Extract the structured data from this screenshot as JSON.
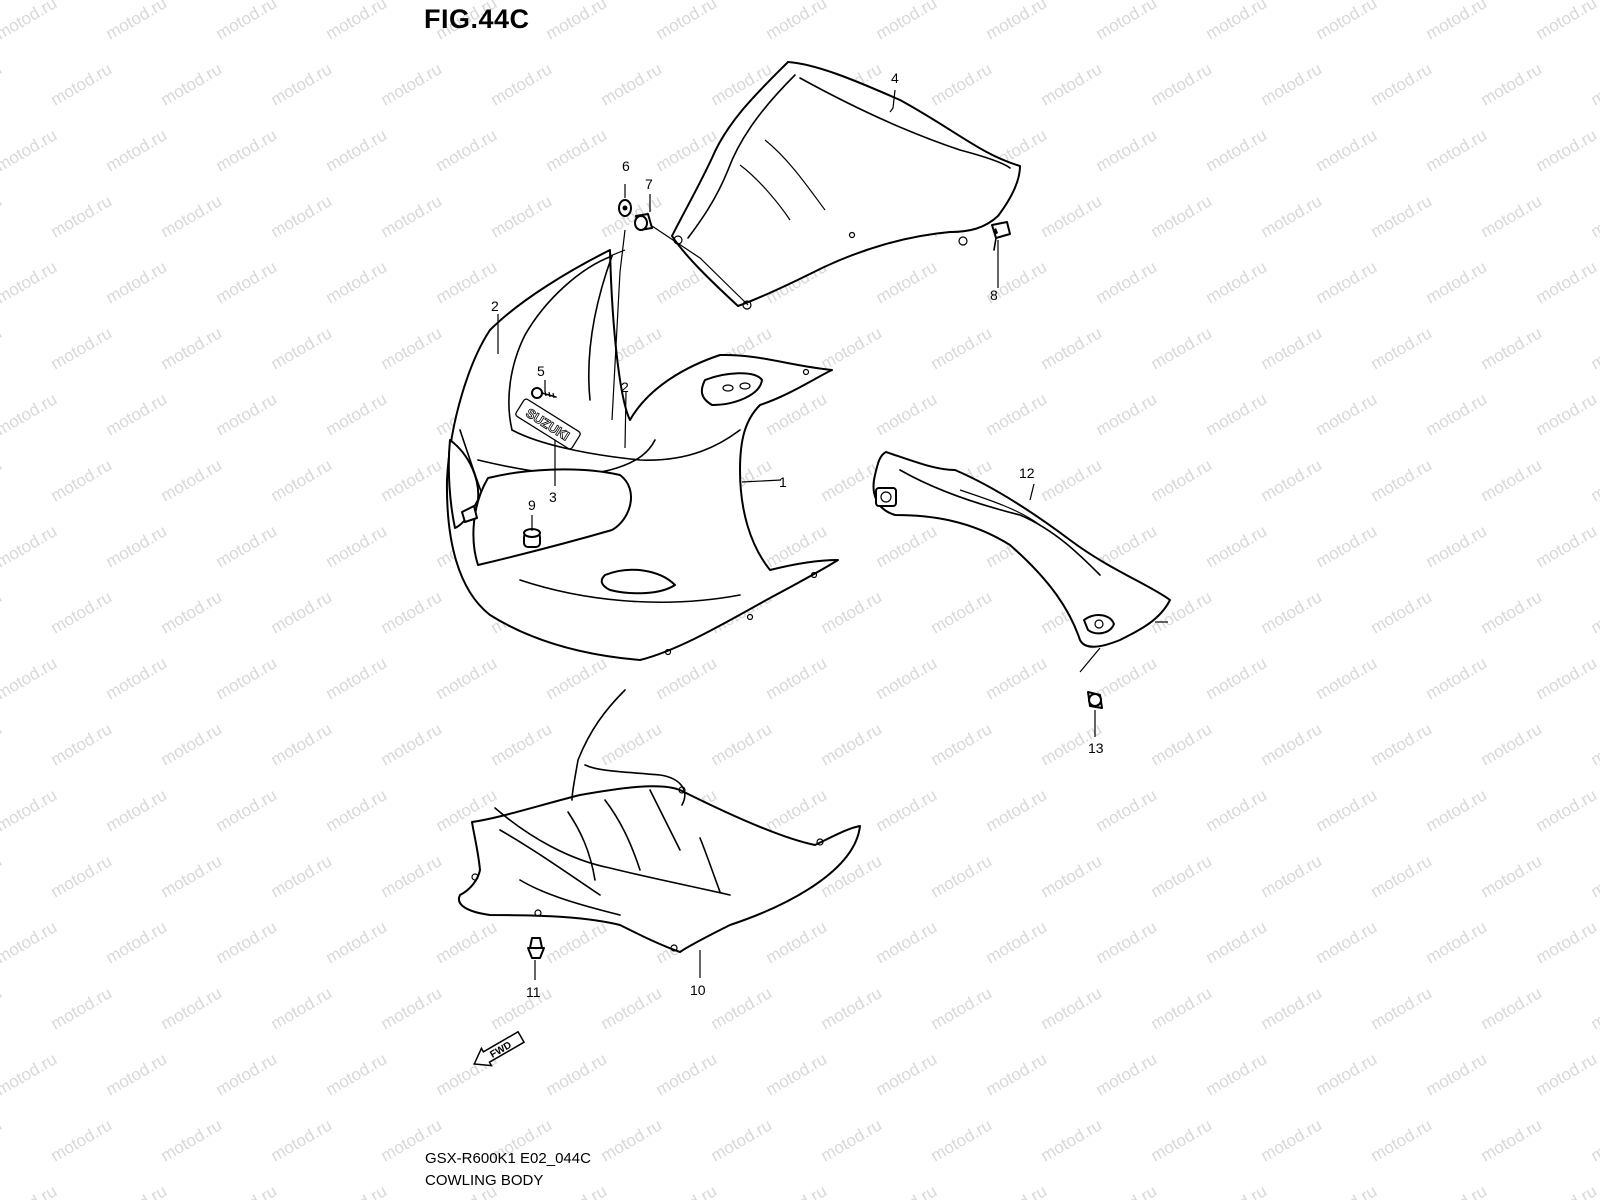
{
  "figure": {
    "title": "FIG.44C",
    "model_code": "GSX-R600K1 E02_044C",
    "name": "COWLING BODY"
  },
  "watermark": {
    "text": "motod.ru"
  },
  "logo": {
    "text": "SUZUKI"
  },
  "fwd_arrow": {
    "text": "FWD"
  },
  "callouts": [
    "1",
    "2",
    "2",
    "3",
    "4",
    "5",
    "6",
    "7",
    "8",
    "9",
    "10",
    "11",
    "12",
    "13"
  ]
}
